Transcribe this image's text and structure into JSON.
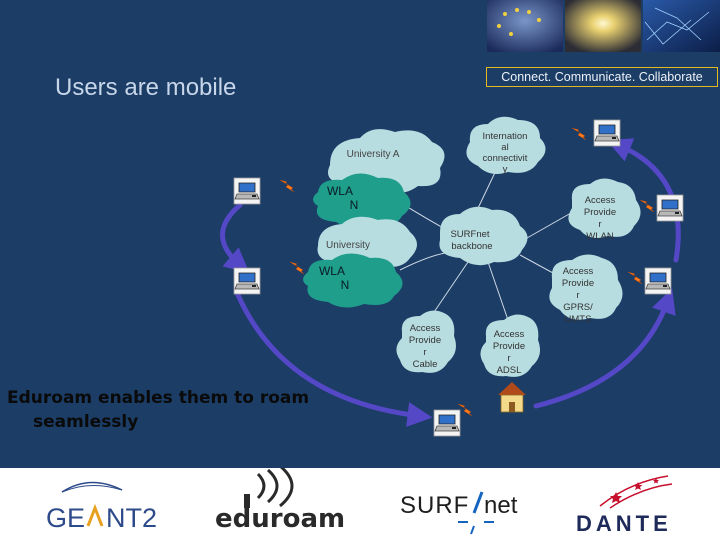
{
  "header": {
    "tagline": "Connect. Communicate. Collaborate",
    "title": "Users are mobile"
  },
  "diagram": {
    "campus_a": {
      "name": "University A",
      "network": [
        "WLA",
        "N"
      ]
    },
    "campus_b": {
      "name": "University",
      "network": [
        "WLA",
        "N"
      ]
    },
    "international": [
      "Internation",
      "al",
      "connectivit",
      "y"
    ],
    "backbone": [
      "SURFnet",
      "backbone"
    ],
    "isp_wlan": [
      "Access",
      "Provide",
      "r",
      "WLAN"
    ],
    "isp_gprs": [
      "Access",
      "Provide",
      "r",
      "GPRS/",
      "UMTS"
    ],
    "isp_cable": [
      "Access",
      "Provide",
      "r",
      "Cable"
    ],
    "isp_adsl": [
      "Access",
      "Provide",
      "r",
      "ADSL"
    ]
  },
  "caption": {
    "line1": "Eduroam enables them to roam",
    "line2": "seamlessly"
  },
  "footer": {
    "geant": "GEANT2",
    "geant_parts": [
      "GE",
      "NT2"
    ],
    "eduroam": "eduroam",
    "surfnet": "SURFnet",
    "surfnet_parts": [
      "SURF",
      "net"
    ],
    "dante": "DANTE"
  },
  "colors": {
    "slide_bg": "#1b3d66",
    "cloud": "#b8dde0",
    "wlan_cloud": "#1f9e8c",
    "arrow": "#5448c6",
    "accent_yellow": "#e8b820",
    "dante_red": "#c8102e"
  }
}
